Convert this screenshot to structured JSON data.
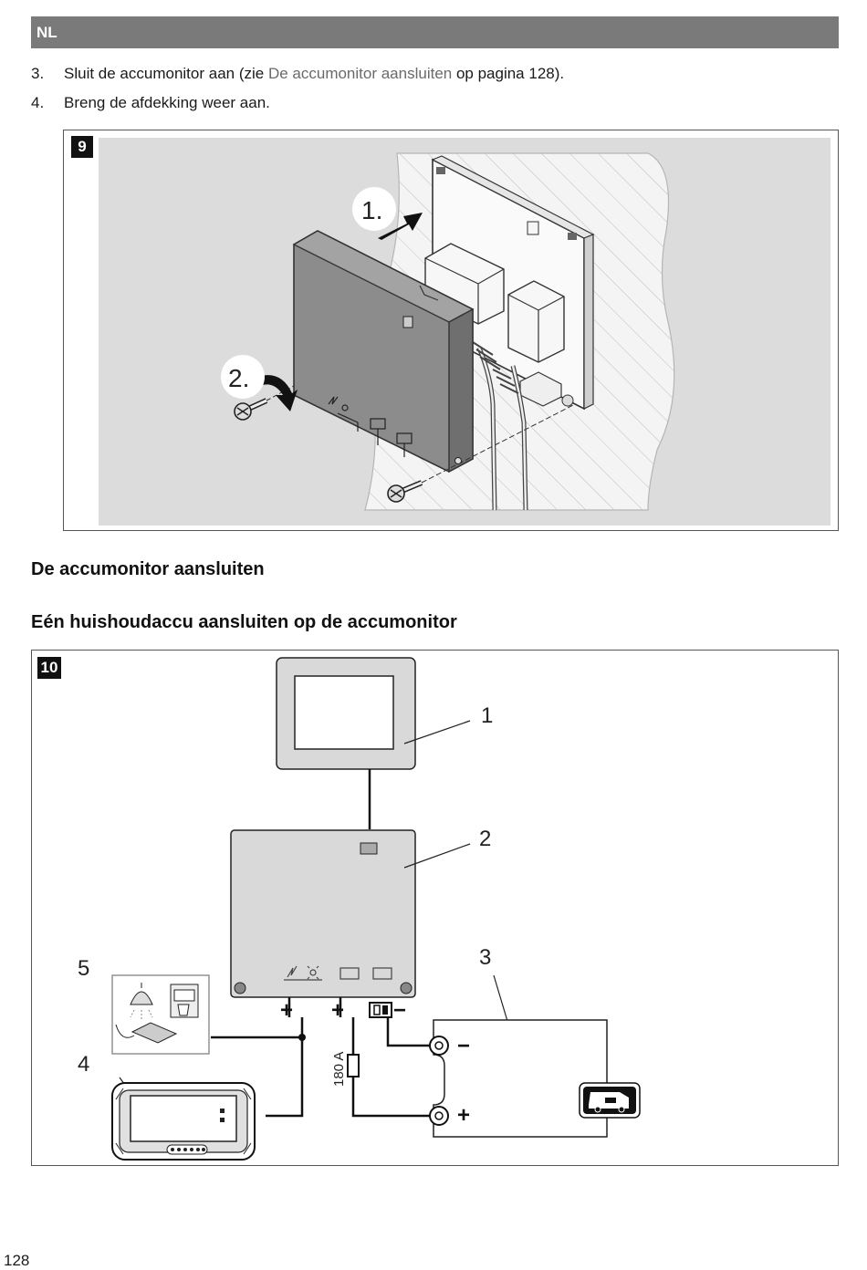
{
  "header": {
    "language": "NL"
  },
  "steps": [
    {
      "number": "3.",
      "text_before": "Sluit de accumonitor aan (zie ",
      "link": "De accumonitor aansluiten",
      "text_after": " op pagina 128)."
    },
    {
      "number": "4.",
      "text": "Breng de afdekking weer aan."
    }
  ],
  "figure9": {
    "badge": "9",
    "step1_label": "1.",
    "step2_label": "2."
  },
  "headings": {
    "section": "De accumonitor aansluiten",
    "subsection": "Eén huishoudaccu aansluiten op de accumonitor"
  },
  "figure10": {
    "badge": "10",
    "callouts": [
      "1",
      "2",
      "3",
      "4",
      "5"
    ],
    "fuse_label": "180 A",
    "plus_sign": "+",
    "minus_sign": "−"
  },
  "footer": {
    "page_number": "128"
  }
}
